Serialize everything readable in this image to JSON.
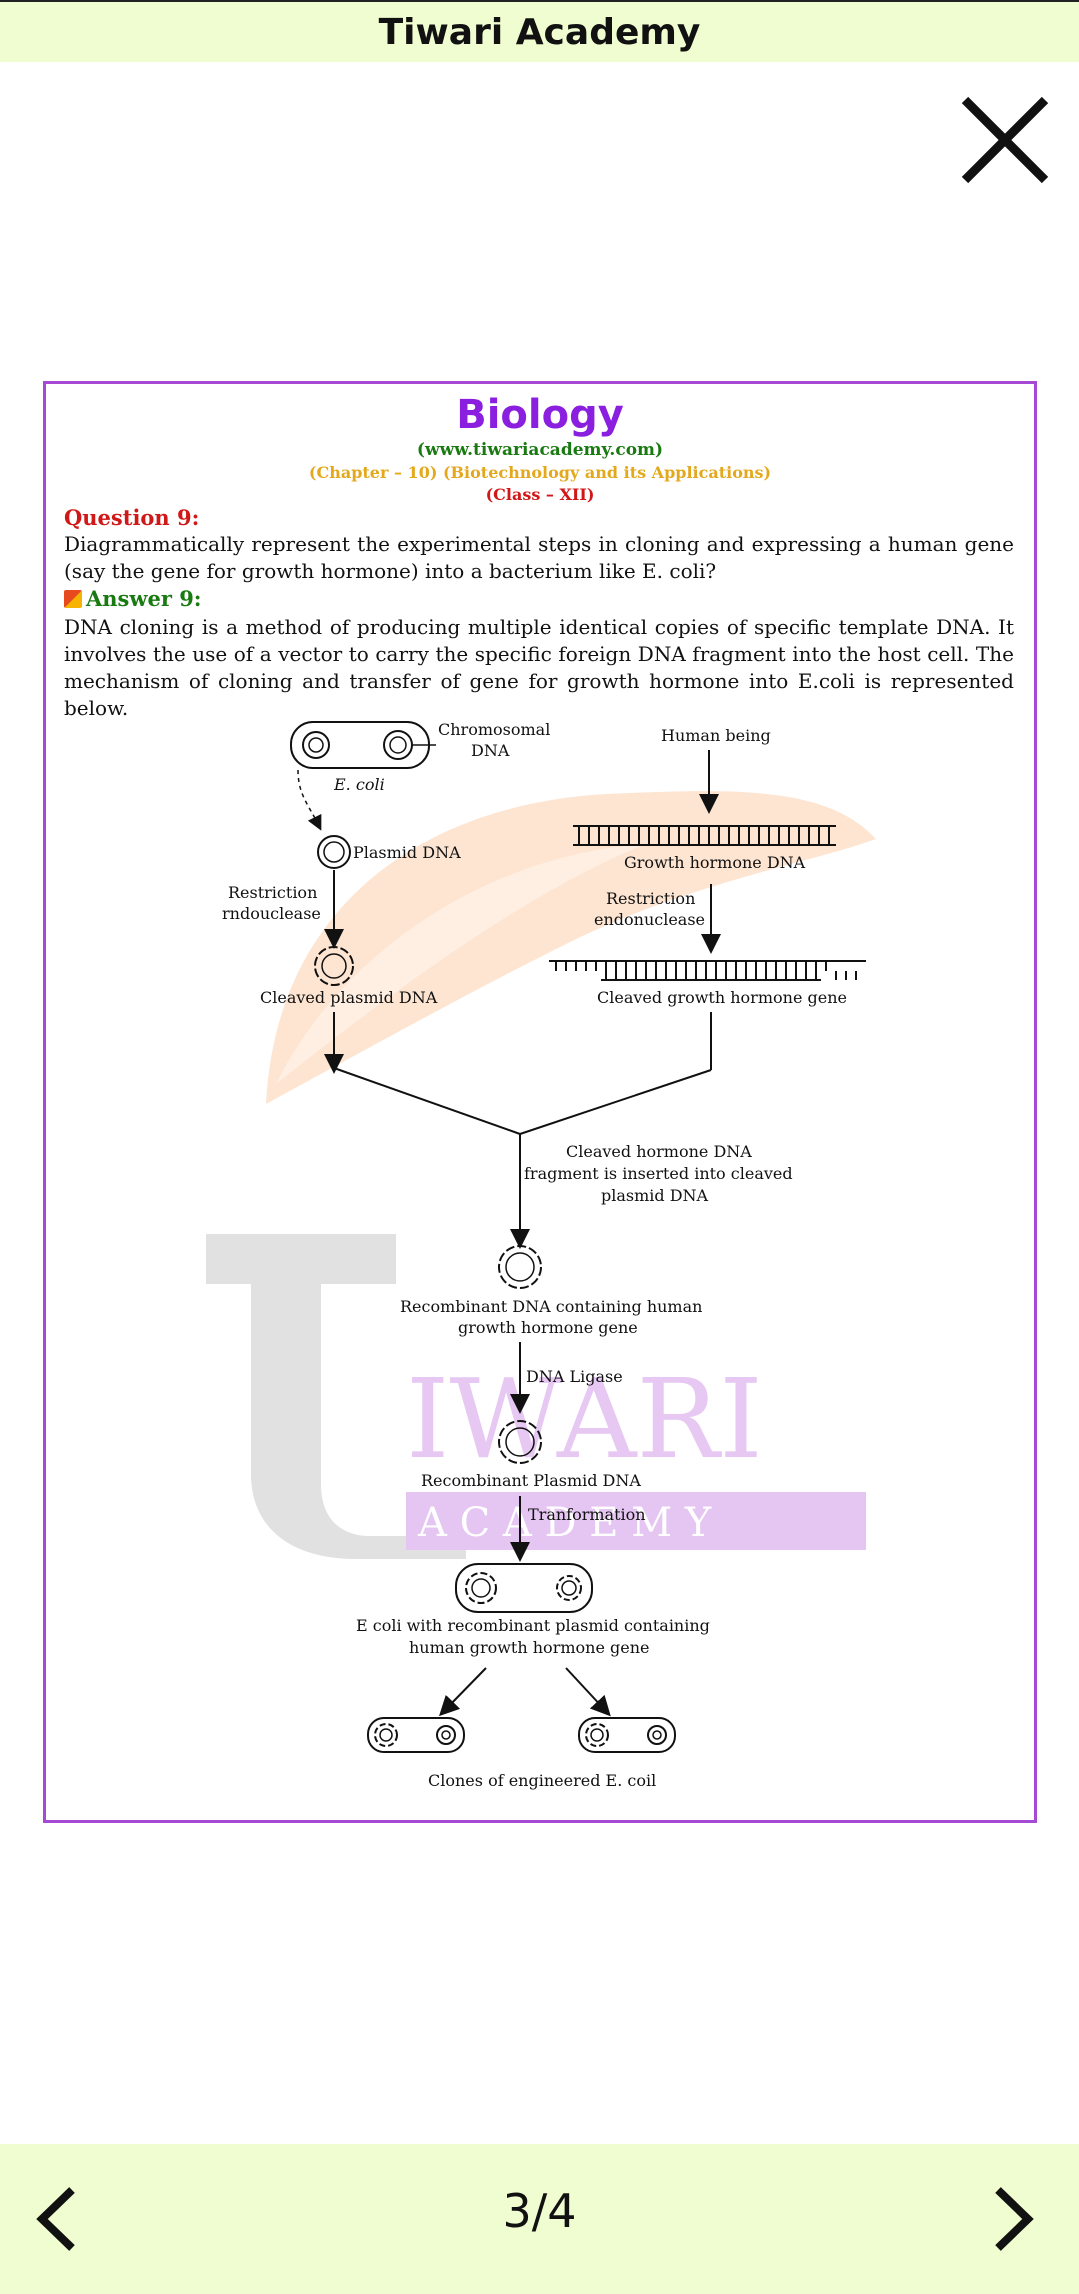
{
  "app": {
    "title": "Tiwari Academy"
  },
  "document": {
    "heading": "Biology",
    "website": "(www.tiwariacademy.com)",
    "chapter": "(Chapter – 10) (Biotechnology and its Applications)",
    "class": "(Class – XII)",
    "question_label": "Question 9:",
    "question_text": "Diagrammatically represent the experimental steps in cloning and expressing a human gene (say the gene for growth hormone) into a bacterium like E. coli?",
    "answer_label": "Answer 9:",
    "answer_text": "DNA cloning is a method of producing multiple identical copies of specific template DNA. It involves the use of a vector to carry the specific foreign DNA fragment into the host cell. The mechanism of cloning and transfer of gene for growth hormone into E.coli is represented below."
  },
  "diagram": {
    "labels": {
      "chromosomal_1": "Chromosomal",
      "chromosomal_2": "DNA",
      "ecoli": "E. coli",
      "human_being": "Human being",
      "plasmid_dna": "Plasmid DNA",
      "growth_hormone_dna": "Growth hormone DNA",
      "restriction_left_1": "Restriction",
      "restriction_left_2": "rndouclease",
      "restriction_right_1": "Restriction",
      "restriction_right_2": "endonuclease",
      "cleaved_plasmid": "Cleaved plasmid DNA",
      "cleaved_gene": "Cleaved growth hormone gene",
      "inserted_1": "Cleaved hormone DNA",
      "inserted_2": "fragment is inserted into cleaved",
      "inserted_3": "plasmid DNA",
      "recombinant_1": "Recombinant DNA containing human",
      "recombinant_2": "growth hormone gene",
      "dna_ligase": "DNA Ligase",
      "recombinant_plasmid": "Recombinant Plasmid DNA",
      "transformation": "Tranformation",
      "ecoli_recomb_1": "E coli with recombinant plasmid containing",
      "ecoli_recomb_2": "human growth hormone gene",
      "clones": "Clones of engineered E. coil"
    },
    "watermark": {
      "word1": "IWARI",
      "word2": "A C A D E M Y"
    }
  },
  "navigation": {
    "page_indicator": "3/4",
    "prev_icon": "chevron-left-icon",
    "next_icon": "chevron-right-icon",
    "close_icon": "close-icon"
  },
  "colors": {
    "bar_bg": "#f0fdd0",
    "frame": "#a64ad6",
    "heading": "#8a1fe0",
    "green": "#1a7a12",
    "red": "#d11818",
    "orange": "#e3a81c"
  }
}
